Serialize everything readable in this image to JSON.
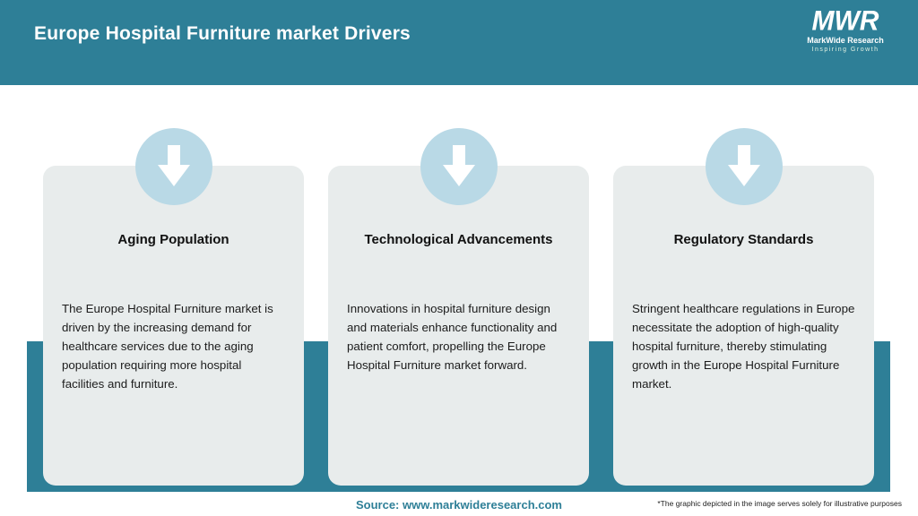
{
  "header": {
    "title": "Europe Hospital Furniture market Drivers"
  },
  "logo": {
    "monogram": "MWR",
    "name": "MarkWide Research",
    "tagline": "Inspiring Growth"
  },
  "cards": [
    {
      "title": "Aging Population",
      "text": "The Europe Hospital Furniture market is driven by the increasing demand for healthcare services due to the aging population requiring more hospital facilities and furniture."
    },
    {
      "title": "Technological Advancements",
      "text": "Innovations in hospital furniture design and materials enhance functionality and patient comfort, propelling the Europe Hospital Furniture market forward."
    },
    {
      "title": "Regulatory Standards",
      "text": "Stringent healthcare regulations in Europe necessitate the adoption of high-quality hospital furniture, thereby stimulating growth in the Europe Hospital Furniture market."
    }
  ],
  "footer": {
    "source": "Source: www.markwideresearch.com",
    "disclaimer": "*The graphic depicted in the image serves solely for illustrative purposes"
  },
  "colors": {
    "teal": "#2e7f97",
    "card_gray": "#e8ecec",
    "circle_blue": "#b9d9e6",
    "arrow_white": "#ffffff"
  }
}
